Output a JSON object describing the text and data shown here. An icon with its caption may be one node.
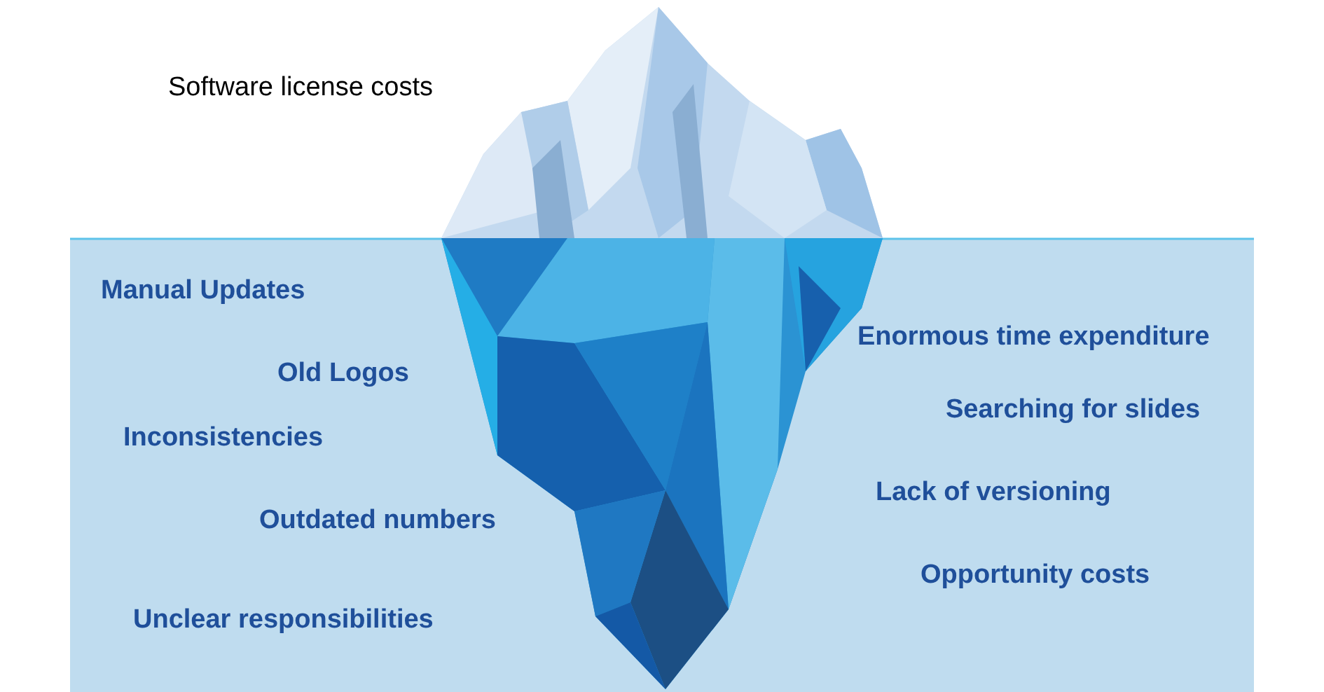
{
  "diagram": {
    "labels": [
      "Software license costs",
      "Manual Updates",
      "Enormous time expenditure",
      "Old Logos",
      "Searching for slides",
      "Inconsistencies",
      "Lack of versioning",
      "Outdated numbers",
      "Opportunity costs",
      "Unclear responsibilities"
    ]
  }
}
